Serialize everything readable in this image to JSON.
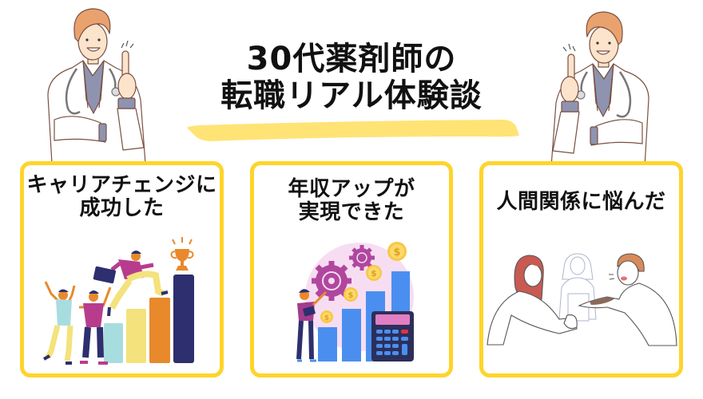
{
  "header": {
    "title_line1": "30代薬剤師の",
    "title_line2": "転職リアル体験談"
  },
  "decorations": {
    "left_character": "doctor-pointing-up-illustration",
    "right_character": "doctor-pointing-up-illustration-mirrored",
    "title_underline": "yellow-brush-stroke"
  },
  "cards": [
    {
      "title_line1": "キャリアチェンジに",
      "title_line2": "成功した",
      "illustration": "team-climbing-bar-chart-trophy"
    },
    {
      "title_line1": "年収アップが",
      "title_line2": "実現できた",
      "illustration": "salary-growth-gears-coins-calculator"
    },
    {
      "title_line1": "人間関係に悩んだ",
      "title_line2": "",
      "illustration": "workplace-argument-meeting"
    }
  ],
  "coin_symbol": "$",
  "colors": {
    "card_border": "#FFD42A",
    "brush_highlight": "#FFE375",
    "text": "#111111",
    "bar_navy": "#2D2F6E",
    "bar_orange": "#E8892B",
    "bar_yellow": "#F4E27C",
    "bar_lightblue": "#A8DDE0",
    "growth_blue": "#4A8FF0",
    "gear_purple": "#B0479F",
    "coin_gold": "#F7C844"
  }
}
